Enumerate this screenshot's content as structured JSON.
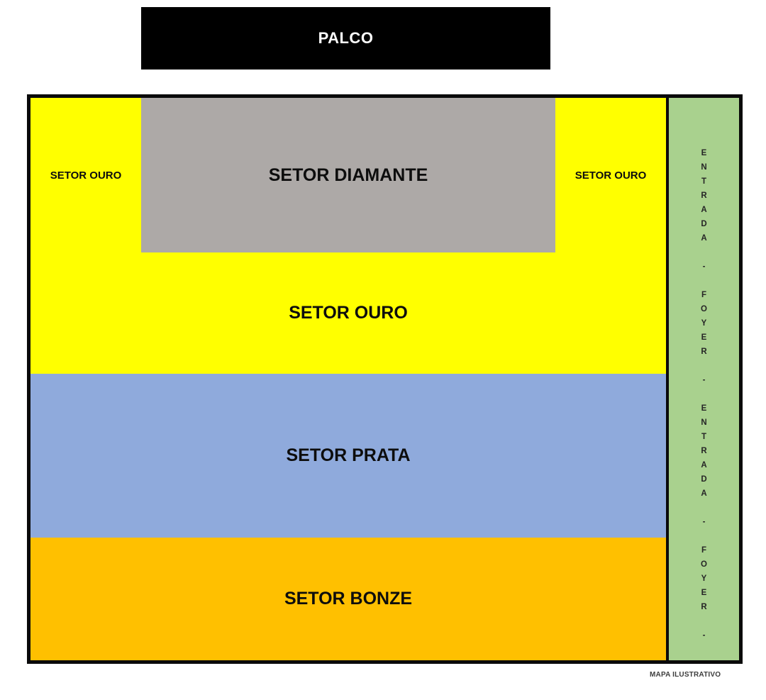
{
  "stage": {
    "label": "PALCO"
  },
  "sectors": {
    "ouro_left_label": "SETOR OURO",
    "diamante_label": "SETOR DIAMANTE",
    "ouro_right_label": "SETOR OURO",
    "ouro_main_label": "SETOR OURO",
    "prata_label": "SETOR PRATA",
    "bonze_label": "SETOR BONZE"
  },
  "entrance_strip": {
    "vertical_text": "ENTRADA - FOYER - ENTRADA - FOYER -"
  },
  "footer": {
    "note": "MAPA ILUSTRATIVO"
  },
  "colors": {
    "stage_black": "#000000",
    "ouro_yellow": "#FFFF00",
    "diamante_gray": "#ADA9A7",
    "prata_blue": "#8FAADC",
    "bonze_orange": "#FFC000",
    "entrance_green": "#A9D18E",
    "border_black": "#0A0A0A"
  }
}
